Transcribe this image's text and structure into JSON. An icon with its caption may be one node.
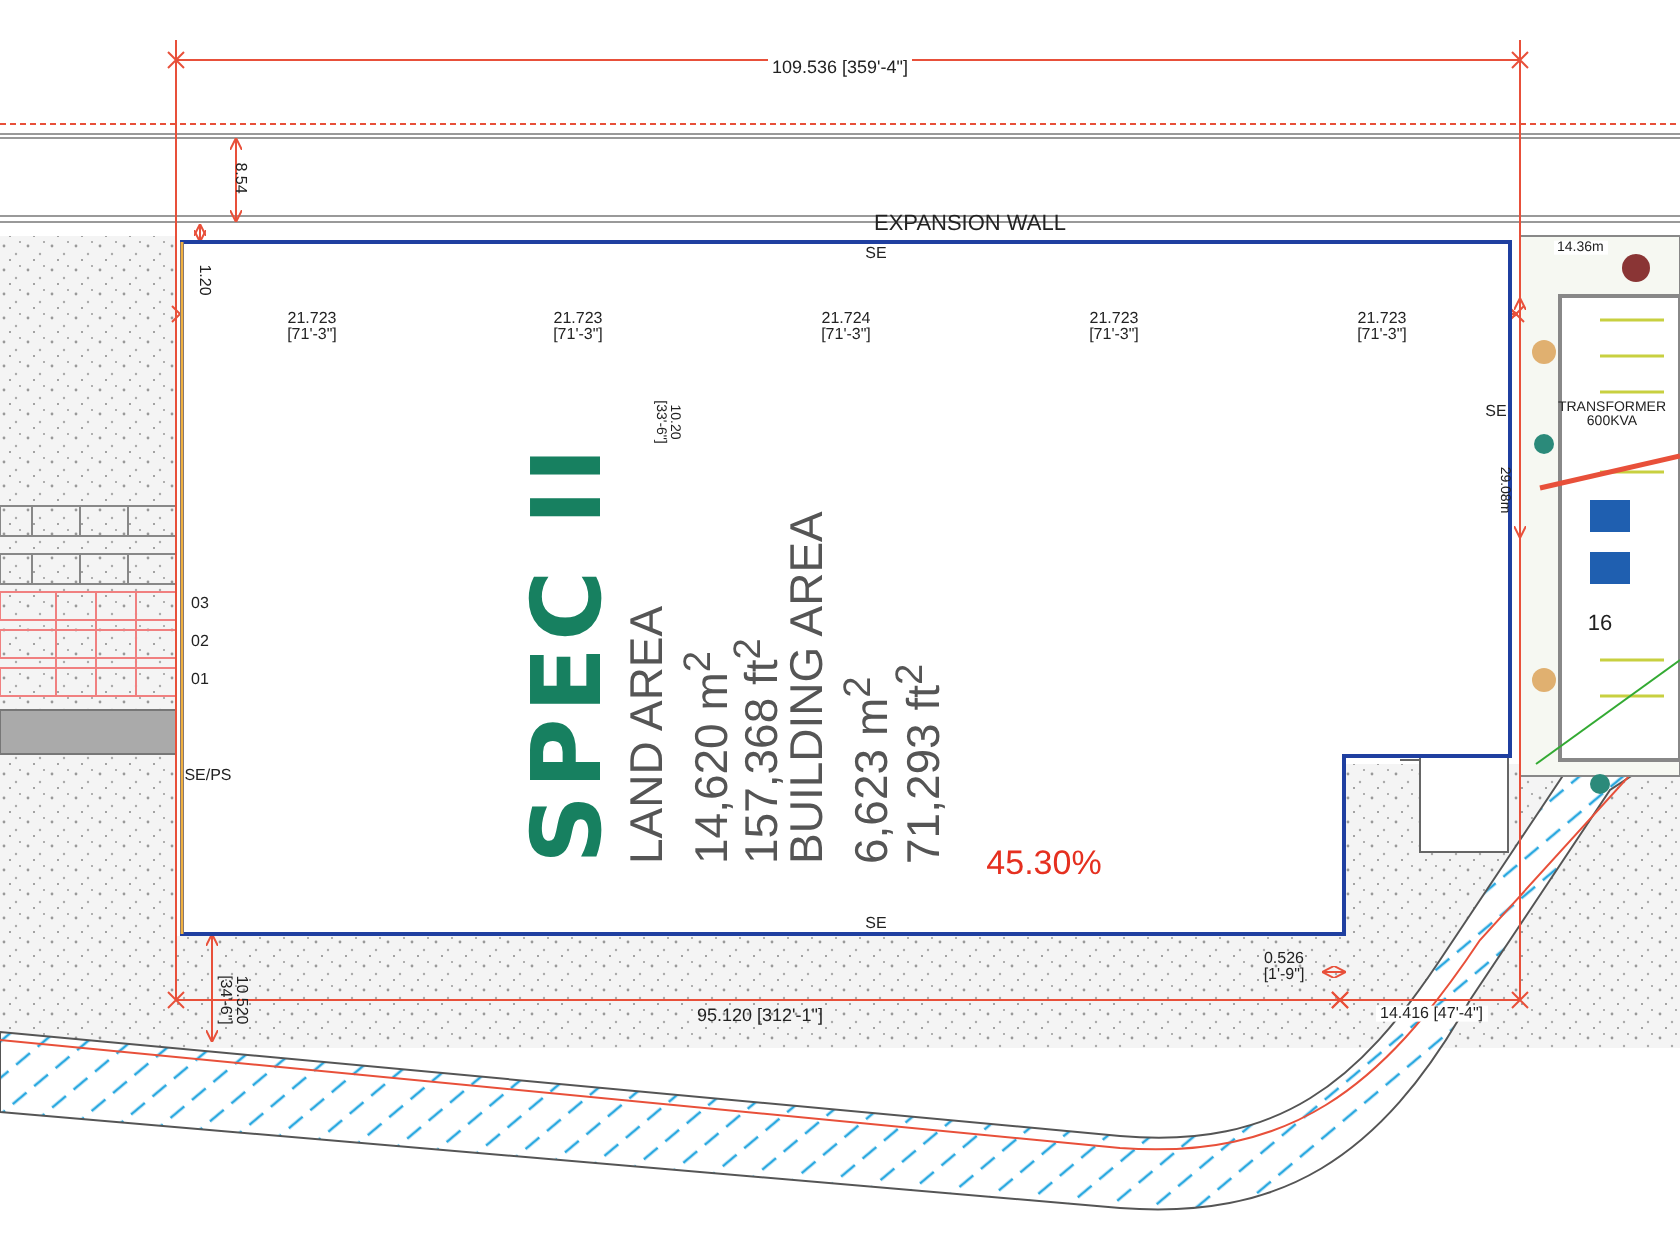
{
  "diagram": {
    "nodes": [
      {
        "text": [
          "SPEC II",
          "LAND AREA",
          "14,620 m$^{2}$",
          "157,368 ft$^{2}$",
          "BUILDING AREA",
          "6,623 m$^{2}$",
          "71,293 ft$^{2}$"
        ]
      }
    ],
    "edges": [],
    "labels": [
      "109.536 [359'-4\"]",
      "8.54",
      "EXPANSION WALL",
      "SE",
      "1.20",
      "21.723 [71'-3\"]",
      "21.723 [71'-3\"]",
      "21.724 [71'-3\"]",
      "21.723 [71'-3\"]",
      "21.723 [71'-3\"]",
      "14.36m",
      "SE",
      "TRANSFORMER 600KVA",
      "10.20 [33'-6\"]",
      "29.08m",
      "03",
      "16",
      "02",
      "01",
      "SE/PS",
      "45.30%",
      "SE",
      "10.520 [34'-6\"]",
      "95.120 [312'-1\"]",
      "0.526 [1'-9\"]",
      "14.416 [47'-4\"]"
    ]
  }
}
